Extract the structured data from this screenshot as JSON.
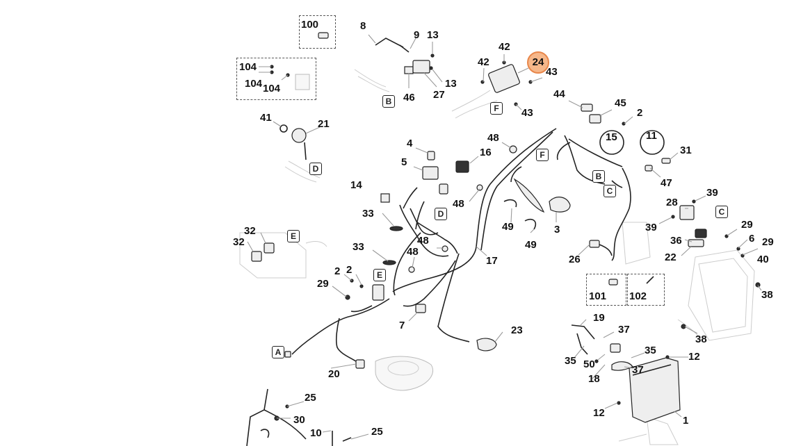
{
  "parts": [
    {
      "id": "p100",
      "label": "100"
    },
    {
      "id": "p8",
      "label": "8"
    },
    {
      "id": "p9",
      "label": "9"
    },
    {
      "id": "p13a",
      "label": "13"
    },
    {
      "id": "p104a",
      "label": "104"
    },
    {
      "id": "p104b",
      "label": "104"
    },
    {
      "id": "p104c",
      "label": "104"
    },
    {
      "id": "p46",
      "label": "46"
    },
    {
      "id": "p27",
      "label": "27"
    },
    {
      "id": "p13b",
      "label": "13"
    },
    {
      "id": "p42a",
      "label": "42"
    },
    {
      "id": "p42b",
      "label": "42"
    },
    {
      "id": "p43a",
      "label": "43"
    },
    {
      "id": "p43b",
      "label": "43"
    },
    {
      "id": "p44",
      "label": "44"
    },
    {
      "id": "p45",
      "label": "45"
    },
    {
      "id": "p2a",
      "label": "2"
    },
    {
      "id": "p41",
      "label": "41"
    },
    {
      "id": "p21",
      "label": "21"
    },
    {
      "id": "p15",
      "label": "15"
    },
    {
      "id": "p11",
      "label": "11"
    },
    {
      "id": "p48a",
      "label": "48"
    },
    {
      "id": "p4",
      "label": "4"
    },
    {
      "id": "p16",
      "label": "16"
    },
    {
      "id": "p31",
      "label": "31"
    },
    {
      "id": "p5",
      "label": "5"
    },
    {
      "id": "p47",
      "label": "47"
    },
    {
      "id": "p14",
      "label": "14"
    },
    {
      "id": "p39a",
      "label": "39"
    },
    {
      "id": "p48b",
      "label": "48"
    },
    {
      "id": "p28",
      "label": "28"
    },
    {
      "id": "p33a",
      "label": "33"
    },
    {
      "id": "p49a",
      "label": "49"
    },
    {
      "id": "p3",
      "label": "3"
    },
    {
      "id": "p39b",
      "label": "39"
    },
    {
      "id": "p29a",
      "label": "29"
    },
    {
      "id": "p32a",
      "label": "32"
    },
    {
      "id": "p32b",
      "label": "32"
    },
    {
      "id": "p49b",
      "label": "49"
    },
    {
      "id": "p36",
      "label": "36"
    },
    {
      "id": "p6",
      "label": "6"
    },
    {
      "id": "p29b",
      "label": "29"
    },
    {
      "id": "p33b",
      "label": "33"
    },
    {
      "id": "p48c",
      "label": "48"
    },
    {
      "id": "p48d",
      "label": "48"
    },
    {
      "id": "p17",
      "label": "17"
    },
    {
      "id": "p26",
      "label": "26"
    },
    {
      "id": "p22",
      "label": "22"
    },
    {
      "id": "p40",
      "label": "40"
    },
    {
      "id": "p2b",
      "label": "2"
    },
    {
      "id": "p2c",
      "label": "2"
    },
    {
      "id": "p29c",
      "label": "29"
    },
    {
      "id": "p101",
      "label": "101"
    },
    {
      "id": "p102",
      "label": "102"
    },
    {
      "id": "p38a",
      "label": "38"
    },
    {
      "id": "p7",
      "label": "7"
    },
    {
      "id": "p19",
      "label": "19"
    },
    {
      "id": "p37a",
      "label": "37"
    },
    {
      "id": "p23",
      "label": "23"
    },
    {
      "id": "p38b",
      "label": "38"
    },
    {
      "id": "p35a",
      "label": "35"
    },
    {
      "id": "p35b",
      "label": "35"
    },
    {
      "id": "p12a",
      "label": "12"
    },
    {
      "id": "p50",
      "label": "50"
    },
    {
      "id": "p37b",
      "label": "37"
    },
    {
      "id": "p18",
      "label": "18"
    },
    {
      "id": "p20",
      "label": "20"
    },
    {
      "id": "p25a",
      "label": "25"
    },
    {
      "id": "p12b",
      "label": "12"
    },
    {
      "id": "p1",
      "label": "1"
    },
    {
      "id": "p30",
      "label": "30"
    },
    {
      "id": "p10",
      "label": "10"
    },
    {
      "id": "p25b",
      "label": "25"
    }
  ],
  "connectors": [
    {
      "id": "cB1",
      "label": "B"
    },
    {
      "id": "cF1",
      "label": "F"
    },
    {
      "id": "cD1",
      "label": "D"
    },
    {
      "id": "cF2",
      "label": "F"
    },
    {
      "id": "cB2",
      "label": "B"
    },
    {
      "id": "cC1",
      "label": "C"
    },
    {
      "id": "cD2",
      "label": "D"
    },
    {
      "id": "cC2",
      "label": "C"
    },
    {
      "id": "cE1",
      "label": "E"
    },
    {
      "id": "cE2",
      "label": "E"
    },
    {
      "id": "cA",
      "label": "A"
    }
  ],
  "highlighted": {
    "id": "p24",
    "label": "24",
    "fill": "#f6b78a",
    "stroke": "#e8864a"
  }
}
